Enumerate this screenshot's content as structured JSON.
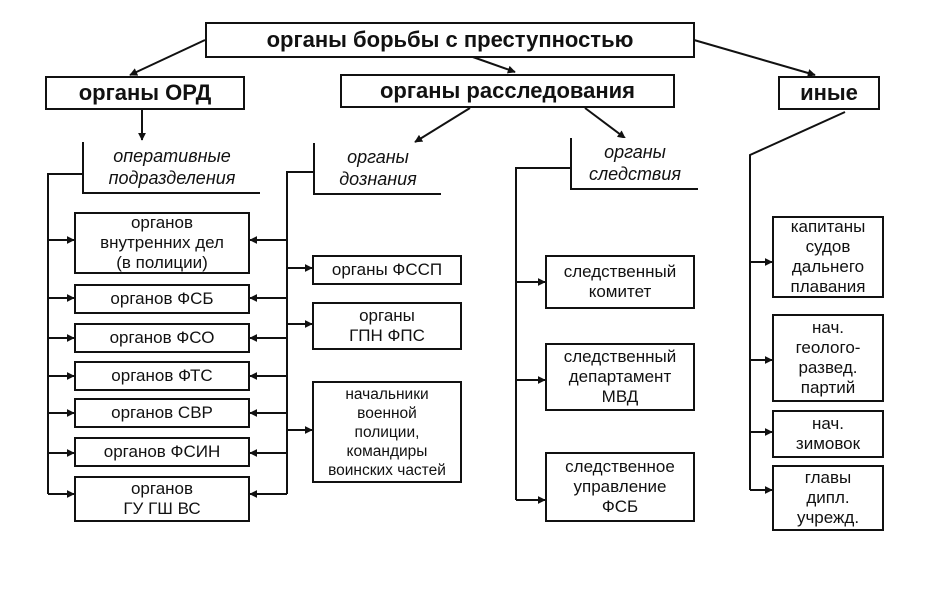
{
  "title": "органы борьбы с преступностью",
  "categories": {
    "ord": "органы ОРД",
    "investigation": "органы расследования",
    "other": "иные"
  },
  "subcategories": {
    "operative": "оперативные\nподразделения",
    "inquiry": "органы\nдознания",
    "investigative": "органы\nследствия"
  },
  "operative_items": [
    "органов\nвнутренних дел\n(в полиции)",
    "органов ФСБ",
    "органов ФСО",
    "органов ФТС",
    "органов СВР",
    "органов ФСИН",
    "органов\nГУ ГШ ВС"
  ],
  "inquiry_items": [
    "органы ФССП",
    "органы\nГПН ФПС",
    "начальники\nвоенной\nполиции,\nкомандиры\nвоинских частей"
  ],
  "investigative_items": [
    "следственный\nкомитет",
    "следственный\nдепартамент\nМВД",
    "следственное\nуправление\nФСБ"
  ],
  "other_items": [
    "капитаны\nсудов\nдальнего\nплавания",
    "нач.\nгеолого-\nразвед.\nпартий",
    "нач.\nзимовок",
    "главы\nдипл.\nучрежд."
  ]
}
